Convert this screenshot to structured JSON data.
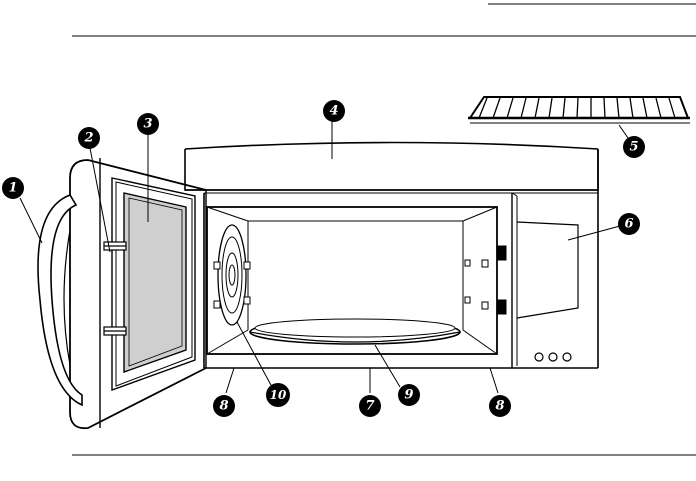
{
  "diagram": {
    "subject": "over-the-range microwave oven, door open, with removable wire rack",
    "callouts": [
      {
        "id": "c1",
        "label": "1"
      },
      {
        "id": "c2",
        "label": "2"
      },
      {
        "id": "c3",
        "label": "3"
      },
      {
        "id": "c4",
        "label": "4"
      },
      {
        "id": "c5",
        "label": "5"
      },
      {
        "id": "c6",
        "label": "6"
      },
      {
        "id": "c7",
        "label": "7"
      },
      {
        "id": "c8a",
        "label": "8"
      },
      {
        "id": "c8b",
        "label": "8"
      },
      {
        "id": "c9",
        "label": "9"
      },
      {
        "id": "c10",
        "label": "10"
      }
    ]
  },
  "colors": {
    "line": "#000000",
    "window_fill": "#cfcfcf",
    "callout_fill": "#000000"
  }
}
